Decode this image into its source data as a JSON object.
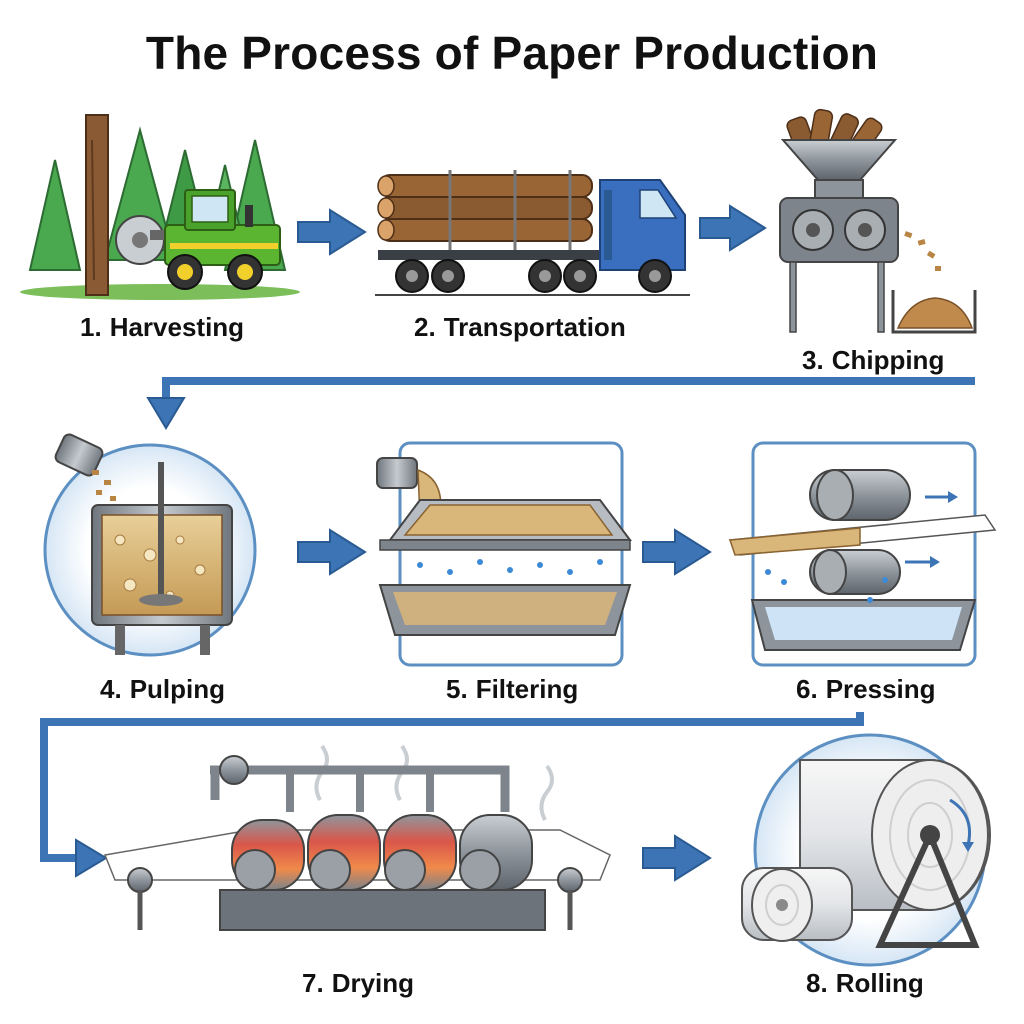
{
  "title": "The Process of Paper Production",
  "steps": [
    {
      "number": "1.",
      "label": "Harvesting"
    },
    {
      "number": "2.",
      "label": "Transportation"
    },
    {
      "number": "3.",
      "label": "Chipping"
    },
    {
      "number": "4.",
      "label": "Pulping"
    },
    {
      "number": "5.",
      "label": "Filtering"
    },
    {
      "number": "6.",
      "label": "Pressing"
    },
    {
      "number": "7.",
      "label": "Drying"
    },
    {
      "number": "8.",
      "label": "Rolling"
    }
  ],
  "colors": {
    "arrow": "#3d74b5",
    "arrow_dark": "#2a5a92",
    "tree": "#3e9a45",
    "tractor": "#5cb531",
    "wood": "#9a6535",
    "truck": "#3a6fc0",
    "pulp": "#d9b67a",
    "metal": "#8d949b",
    "heat": "#e0473a",
    "panel_border": "#5c8fc2"
  }
}
